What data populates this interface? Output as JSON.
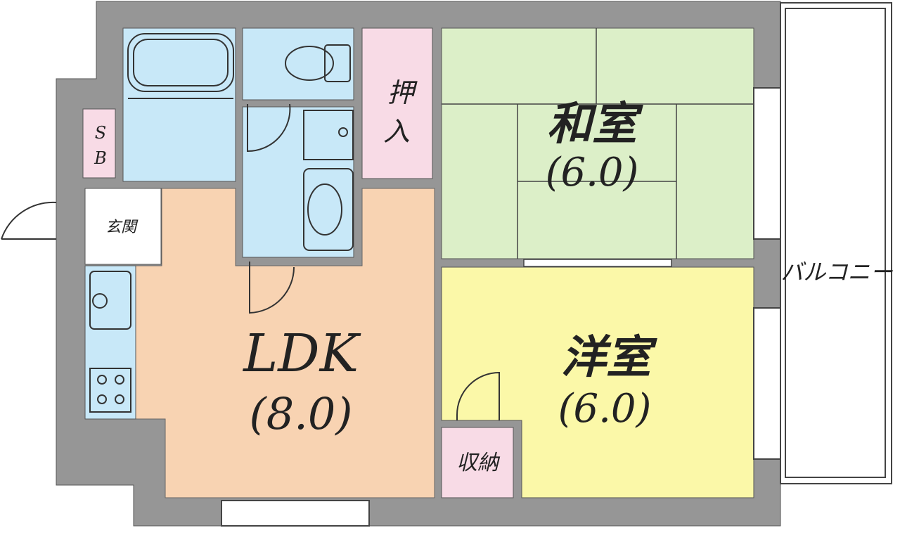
{
  "colors": {
    "wall": "#969696",
    "ldk": "#f8d3b2",
    "washitsu": "#dcefc8",
    "youshitsu": "#fbf8a8",
    "storage": "#f8dbe6",
    "wet": "#c8e8f8",
    "entrance": "#ffffff"
  },
  "rooms": {
    "ldk": {
      "name": "LDK",
      "size": "(8.0)"
    },
    "washitsu": {
      "name": "和室",
      "size": "(6.0)"
    },
    "youshitsu": {
      "name": "洋室",
      "size": "(6.0)"
    },
    "oshiire": {
      "line1": "押",
      "line2": "入"
    },
    "shuno": {
      "name": "収納"
    },
    "genkan": {
      "name": "玄関"
    },
    "sb": {
      "line1": "S",
      "line2": "B"
    },
    "balcony": {
      "name": "バルコニー"
    }
  },
  "icons": [
    "bathtub-icon",
    "toilet-icon",
    "washing-machine-pan-icon",
    "washbasin-icon",
    "kitchen-sink-icon",
    "gas-stove-icon",
    "door-swing-icon"
  ]
}
